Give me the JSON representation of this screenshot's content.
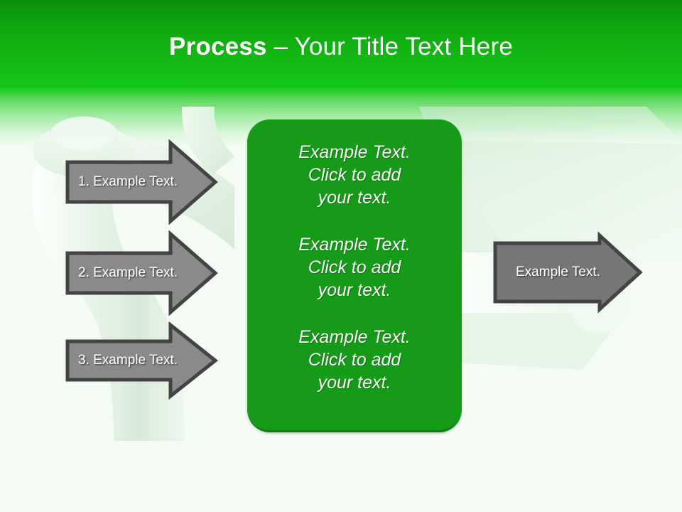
{
  "slide": {
    "title_strong": "Process",
    "title_rest": " – Your Title Text Here",
    "background_color": "#f4faf4",
    "header_color_top": "#0a8f0c",
    "header_color_bottom": "#14c714",
    "panel_color": "#159b18",
    "arrow_fill": "#8a8a8a",
    "arrow_stroke": "#434343"
  },
  "steps": [
    {
      "label": "1. Example Text."
    },
    {
      "label": "2. Example Text."
    },
    {
      "label": "3. Example Text."
    }
  ],
  "outcome": {
    "label": "Example Text."
  },
  "panel": {
    "paragraphs": [
      "Example Text.\nClick  to add\nyour text.",
      "Example Text.\nClick  to add\nyour text.",
      "Example Text.\nClick  to add\nyour text."
    ]
  }
}
